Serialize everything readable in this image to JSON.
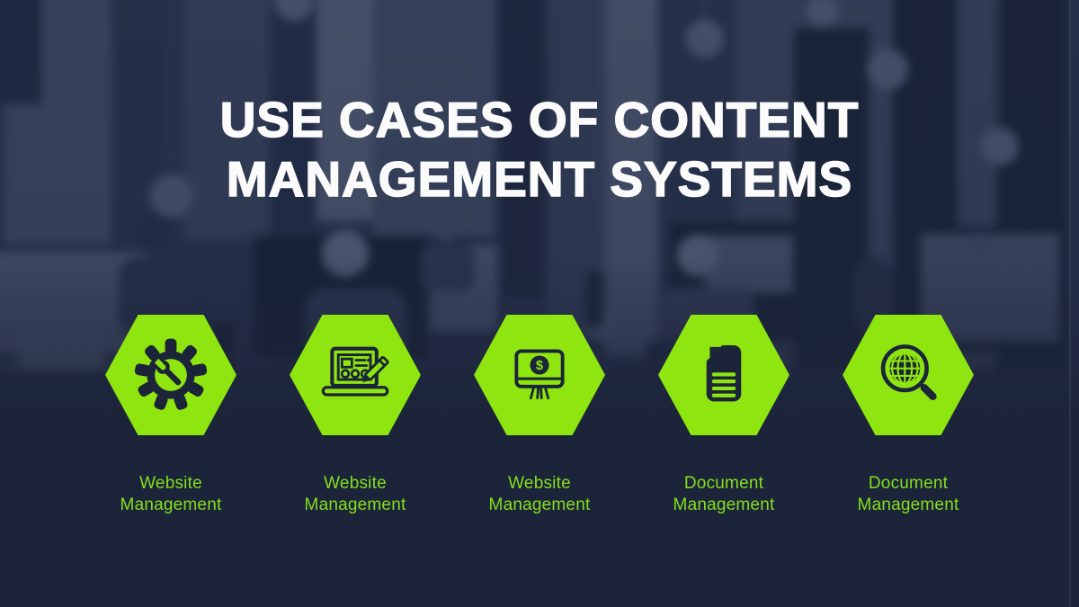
{
  "slide": {
    "title": {
      "line1": "USE CASES OF CONTENT",
      "line2": "MANAGEMENT SYSTEMS"
    },
    "items": [
      {
        "label": "Website Management",
        "icon": "gear-wrench-icon"
      },
      {
        "label": "Website Management",
        "icon": "laptop-edit-icon"
      },
      {
        "label": "Website Management",
        "icon": "monitor-dollar-icon",
        "dollar_glyph": "$"
      },
      {
        "label": "Document Management",
        "icon": "document-icon"
      },
      {
        "label": "Document Management",
        "icon": "globe-search-icon"
      }
    ],
    "colors": {
      "accent_green": "#8EE50F",
      "label_green": "#85DF1D",
      "background_navy": "#1B2439",
      "title_white": "#FBFBFC"
    }
  }
}
